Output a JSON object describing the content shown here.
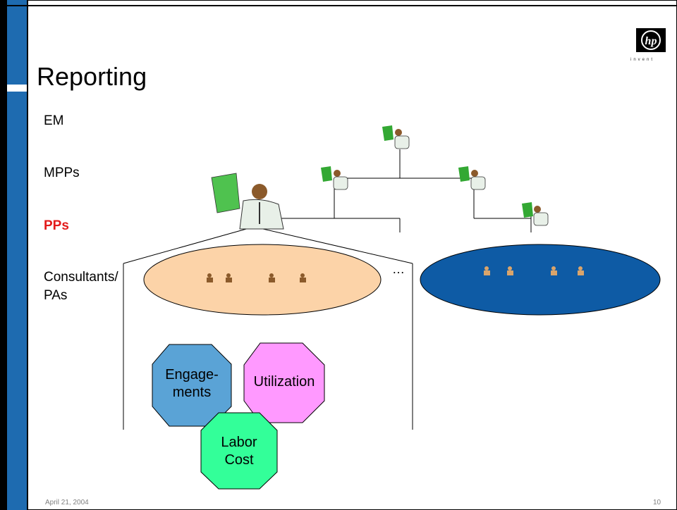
{
  "slide": {
    "title": "Reporting",
    "footer_date": "April 21, 2004",
    "page_number": "10",
    "logo_text": "hp",
    "logo_subtext": "invent"
  },
  "levels": [
    {
      "label": "EM",
      "color": "#000000"
    },
    {
      "label": "MPPs",
      "color": "#000000"
    },
    {
      "label": "PPs",
      "color": "#e31b1b"
    },
    {
      "label": "Consultants/",
      "color": "#000000"
    },
    {
      "label": "PAs",
      "color": "#000000"
    }
  ],
  "ellipsis": "…",
  "metrics": [
    {
      "label_line1": "Engage-",
      "label_line2": "ments",
      "color": "#5aa3d6"
    },
    {
      "label_line1": "Utilization",
      "label_line2": "",
      "color": "#ff99ff"
    },
    {
      "label_line1": "Labor",
      "label_line2": "Cost",
      "color": "#33ff99"
    }
  ],
  "colors": {
    "accent_bar": "#1e6bb0",
    "left_ellipse": "#fcd3a8",
    "right_ellipse": "#0e5ba5"
  }
}
